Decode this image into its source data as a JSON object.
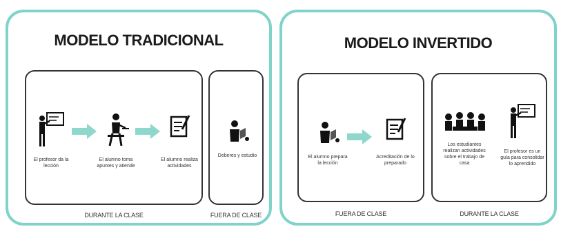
{
  "traditional": {
    "title": "MODELO TRADICIONAL",
    "during_label": "DURANTE LA CLASE",
    "outside_label": "FUERA DE CLASE",
    "steps": [
      {
        "caption": "El profesor da la lección"
      },
      {
        "caption": "El alumno toma apuntes y atiende"
      },
      {
        "caption": "El alumno realiza actividades"
      },
      {
        "caption": "Deberes y estudio"
      }
    ]
  },
  "flipped": {
    "title": "MODELO INVERTIDO",
    "outside_label": "FUERA DE CLASE",
    "during_label": "DURANTE LA CLASE",
    "steps": [
      {
        "caption": "El alumno prepara la lección"
      },
      {
        "caption": "Acreditación de lo preparado"
      },
      {
        "caption": "Los estudiantes realizan actividades sobre el trabajo de casa"
      },
      {
        "caption": "El profesor es un guía para consolidar lo aprendido"
      }
    ]
  },
  "colors": {
    "panel_border": "#7fd3c9",
    "arrow": "#8fd6cc",
    "box_border": "#333333"
  }
}
